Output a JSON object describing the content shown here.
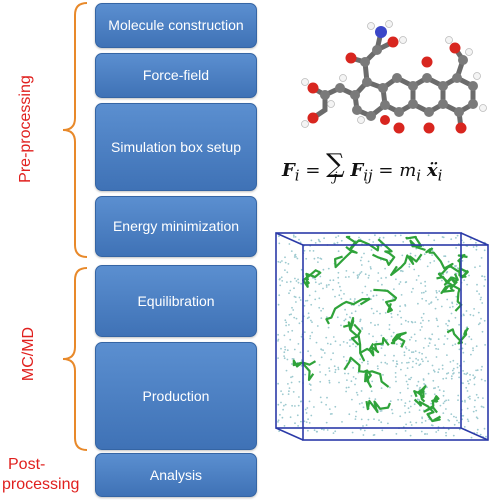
{
  "stages": {
    "pre": "Pre-processing",
    "md": "MC/MD",
    "post_line1": "Post-",
    "post_line2": "processing"
  },
  "steps": [
    {
      "label": "Molecule construction"
    },
    {
      "label": "Force-field"
    },
    {
      "label": "Simulation box setup"
    },
    {
      "label": "Energy minimization"
    },
    {
      "label": "Equilibration"
    },
    {
      "label": "Production"
    },
    {
      "label": "Analysis"
    }
  ],
  "equation": {
    "lhs": "F",
    "lhs_sub": "i",
    "sum_index": "j",
    "mid": "F",
    "mid_sub": "ij",
    "rhs_m": "m",
    "rhs_m_sub": "i",
    "rhs_x": "ẍ",
    "rhs_x_sub": "i"
  },
  "colors": {
    "box_fill": "#4a80c4",
    "stage_label": "#e0201e",
    "brace": "#e8892a",
    "cell_edge": "#2b3aa8",
    "molecule_green": "#2fa33a",
    "solvent": "#9cc9cf"
  }
}
